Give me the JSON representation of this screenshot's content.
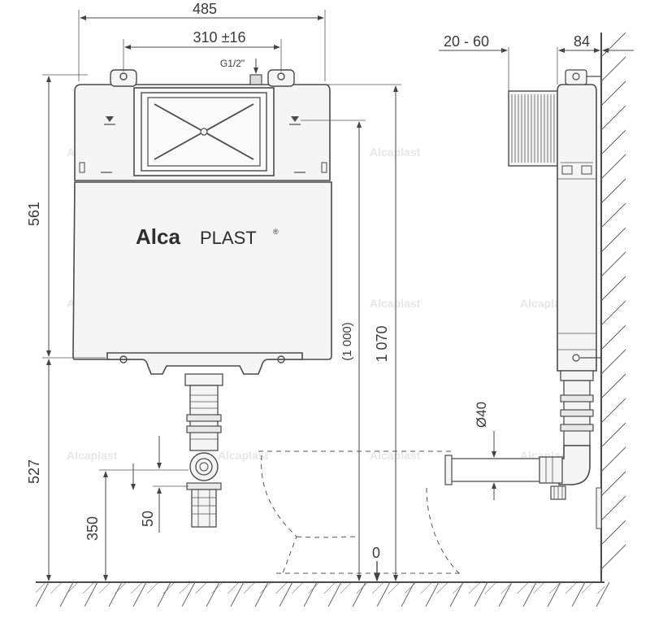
{
  "brand": {
    "part1": "Alca",
    "part2": "PLAST",
    "mark": "®"
  },
  "dimensions": {
    "width_total": "485",
    "width_fixing": "310 ±16",
    "inlet": "G1/2\"",
    "height_upper": "561",
    "height_lower": "527",
    "height_overall": "1 070",
    "height_ref": "(1 000)",
    "height_outlet": "350",
    "outlet_offset": "50",
    "floor_level": "0",
    "depth_adjust": "20 - 60",
    "depth_tank": "84",
    "pipe_diameter": "Ø40"
  },
  "colors": {
    "line": "#4a4a4a",
    "fill": "#f4f4f4",
    "text": "#3a3a3a"
  },
  "watermark": "Alcaplast"
}
